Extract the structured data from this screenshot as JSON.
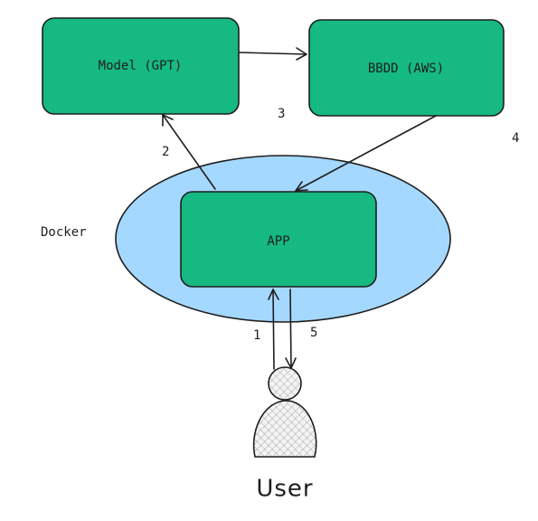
{
  "colors": {
    "box_fill": "#15b981",
    "box_stroke": "#1e1e1e",
    "ellipse_fill": "#a5d8ff",
    "ellipse_stroke": "#1e1e1e",
    "arrow_stroke": "#1e1e1e",
    "person_fill": "#e9e9e9",
    "text": "#1e1e1e"
  },
  "nodes": {
    "model": {
      "label": "Model (GPT)"
    },
    "bbdd": {
      "label": "BBDD (AWS)"
    },
    "app": {
      "label": "APP"
    },
    "docker": {
      "label": "Docker"
    },
    "user": {
      "label": "User",
      "icon": "person-icon"
    }
  },
  "steps": {
    "s1": "1",
    "s2": "2",
    "s3": "3",
    "s4": "4",
    "s5": "5"
  }
}
